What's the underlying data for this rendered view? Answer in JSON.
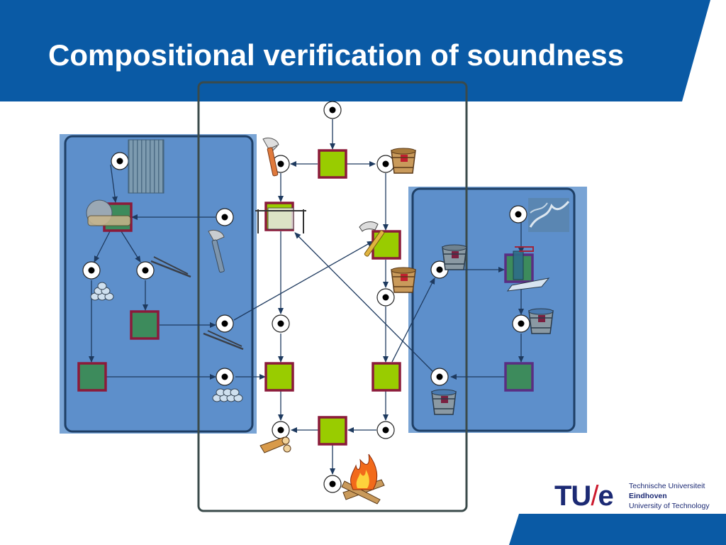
{
  "title": "Compositional verification of soundness",
  "logo": {
    "mark_left": "TU",
    "mark_slash": "/",
    "mark_right": "e",
    "line1": "Technische Universiteit",
    "line2": "Eindhoven",
    "line3": "University of Technology"
  },
  "colors": {
    "header_blue": "#0a5aa5",
    "module_fill": "#3b75b8",
    "module_border": "#1e3f66",
    "transition_lime": "#99cc00",
    "transition_green": "#3d8b5c",
    "transition_border_red": "#8b1a3a",
    "transition_border_purple": "#5a2d82",
    "arc": "#1e3a5f",
    "frame": "#3a4a4a"
  },
  "diagram": {
    "modules": [
      "left-module",
      "center-module",
      "right-module"
    ],
    "icons": [
      "axe-icon",
      "bucket-icon",
      "forest-icon",
      "wood-pile-icon",
      "sticks-icon",
      "saw-icon",
      "hammer-icon",
      "water-pump-icon",
      "water-icon",
      "fire-icon"
    ]
  }
}
